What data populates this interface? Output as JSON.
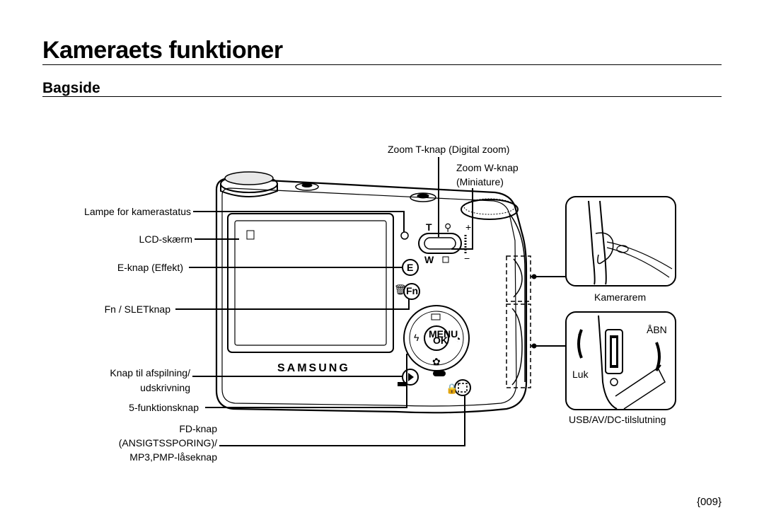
{
  "header": {
    "title": "Kameraets funktioner",
    "section": "Bagside"
  },
  "labels": {
    "zoom_t": "Zoom T-knap (Digital zoom)",
    "zoom_w_line1": "Zoom W-knap",
    "zoom_w_line2": "(Miniature)",
    "status_lamp": "Lampe for kamerastatus",
    "lcd": "LCD-skærm",
    "e_button": "E-knap (Effekt)",
    "fn_button": "Fn / SLETknap",
    "playback_line1": "Knap til afspilning/",
    "playback_line2": "udskrivning",
    "five_function": "5-funktionsknap",
    "fd_line1": "FD-knap",
    "fd_line2": "(ANSIGTSSPORING)/",
    "fd_line3": "MP3,PMP-låseknap",
    "strap": "Kamerarem",
    "usb": "USB/AV/DC-tilslutning",
    "open": "ÅBN",
    "close": "Luk"
  },
  "camera": {
    "brand": "SAMSUNG",
    "t_mark": "T",
    "w_mark": "W",
    "e_key": "E",
    "fn_key": "Fn",
    "menu_key_line1": "MENU",
    "menu_key_line2": "OK"
  },
  "footer": {
    "page_number": "{009}"
  }
}
